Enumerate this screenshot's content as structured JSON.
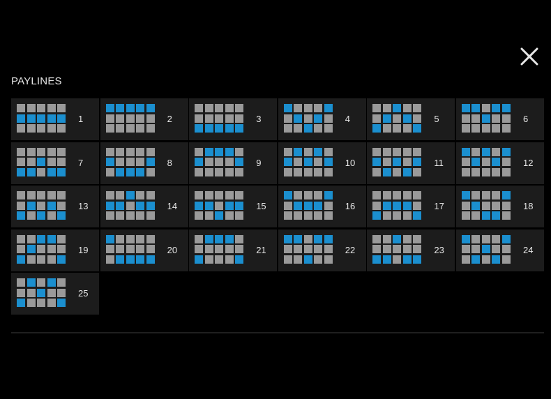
{
  "header": {
    "title": "PAYLINES",
    "close_icon": "close-icon"
  },
  "colors": {
    "background": "#000000",
    "card": "#1c1c1c",
    "cell_inactive": "#9a9a9a",
    "cell_active": "#1b8fcf",
    "text": "#e6e6e6"
  },
  "paylines": [
    {
      "number": "1",
      "rows": [
        1,
        1,
        1,
        1,
        1
      ]
    },
    {
      "number": "2",
      "rows": [
        0,
        0,
        0,
        0,
        0
      ]
    },
    {
      "number": "3",
      "rows": [
        2,
        2,
        2,
        2,
        2
      ]
    },
    {
      "number": "4",
      "rows": [
        0,
        1,
        2,
        1,
        0
      ]
    },
    {
      "number": "5",
      "rows": [
        2,
        1,
        0,
        1,
        2
      ]
    },
    {
      "number": "6",
      "rows": [
        0,
        0,
        1,
        0,
        0
      ]
    },
    {
      "number": "7",
      "rows": [
        2,
        2,
        1,
        2,
        2
      ]
    },
    {
      "number": "8",
      "rows": [
        1,
        2,
        2,
        2,
        1
      ]
    },
    {
      "number": "9",
      "rows": [
        1,
        0,
        0,
        0,
        1
      ]
    },
    {
      "number": "10",
      "rows": [
        1,
        0,
        1,
        0,
        1
      ]
    },
    {
      "number": "11",
      "rows": [
        1,
        2,
        1,
        2,
        1
      ]
    },
    {
      "number": "12",
      "rows": [
        0,
        1,
        0,
        1,
        0
      ]
    },
    {
      "number": "13",
      "rows": [
        2,
        1,
        2,
        1,
        2
      ]
    },
    {
      "number": "14",
      "rows": [
        1,
        1,
        0,
        1,
        1
      ]
    },
    {
      "number": "15",
      "rows": [
        1,
        1,
        2,
        1,
        1
      ]
    },
    {
      "number": "16",
      "rows": [
        0,
        1,
        1,
        1,
        0
      ]
    },
    {
      "number": "17",
      "rows": [
        2,
        1,
        1,
        1,
        2
      ]
    },
    {
      "number": "18",
      "rows": [
        0,
        1,
        2,
        2,
        0
      ]
    },
    {
      "number": "19",
      "rows": [
        2,
        1,
        0,
        0,
        2
      ]
    },
    {
      "number": "20",
      "rows": [
        0,
        2,
        2,
        2,
        2
      ]
    },
    {
      "number": "21",
      "rows": [
        2,
        0,
        0,
        0,
        2
      ]
    },
    {
      "number": "22",
      "rows": [
        0,
        0,
        2,
        0,
        0
      ]
    },
    {
      "number": "23",
      "rows": [
        2,
        2,
        0,
        2,
        2
      ]
    },
    {
      "number": "24",
      "rows": [
        0,
        2,
        1,
        2,
        0
      ]
    },
    {
      "number": "25",
      "rows": [
        2,
        0,
        1,
        0,
        2
      ]
    }
  ]
}
